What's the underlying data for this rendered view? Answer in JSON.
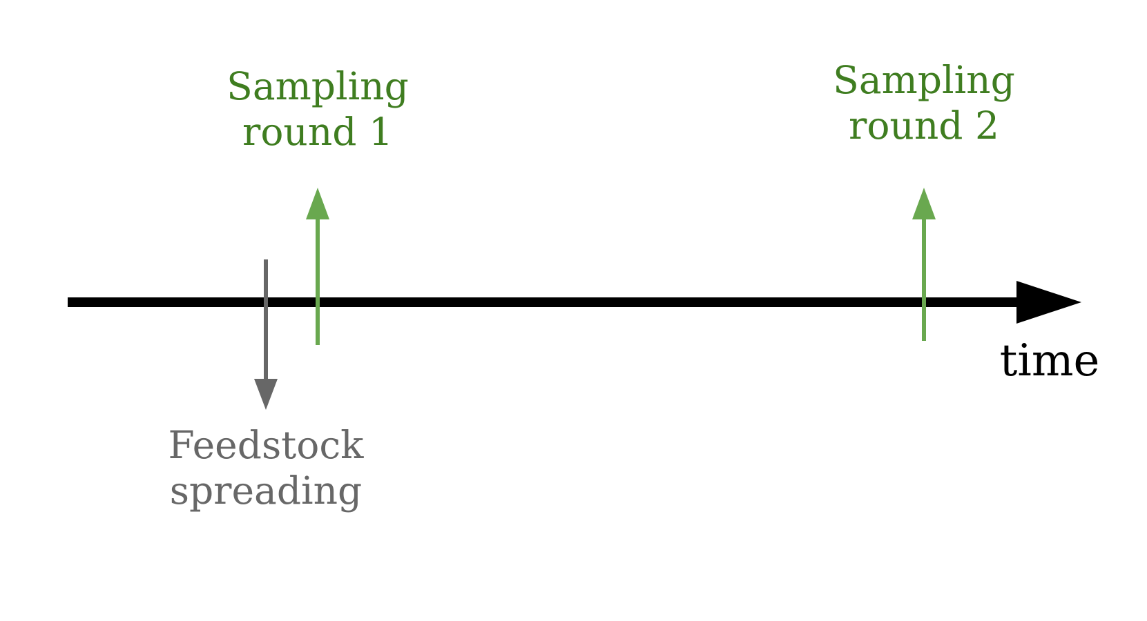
{
  "colors": {
    "axis": "#000000",
    "sampling_arrow": "#69a84f",
    "sampling_text": "#3f7d20",
    "feedstock": "#676767"
  },
  "axis": {
    "label": "time"
  },
  "events": {
    "sampling_round_1": {
      "line1": "Sampling",
      "line2": "round 1"
    },
    "sampling_round_2": {
      "line1": "Sampling",
      "line2": "round 2"
    },
    "feedstock_spreading": {
      "line1": "Feedstock",
      "line2": "spreading"
    }
  }
}
